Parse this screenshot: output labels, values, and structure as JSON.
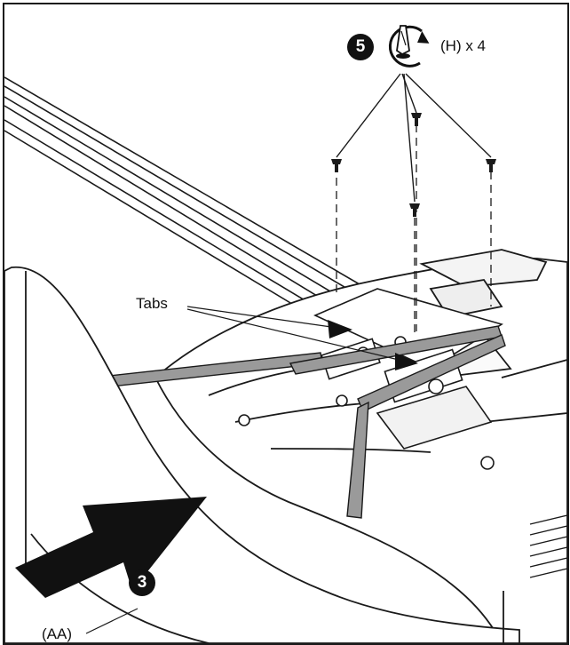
{
  "labels": {
    "tabs": "Tabs",
    "hardware_qty": "(H) x 4",
    "part_aa": "(AA)"
  },
  "steps": {
    "step_a": "5",
    "step_b": "3"
  },
  "icons": {
    "tool": "screwdriver-rotate-icon",
    "direction": "direction-arrow-icon",
    "screw": "screw-icon"
  },
  "colors": {
    "line": "#1a1a1a",
    "strap": "#9a9a9a",
    "arrow": "#111111",
    "background": "#ffffff"
  }
}
